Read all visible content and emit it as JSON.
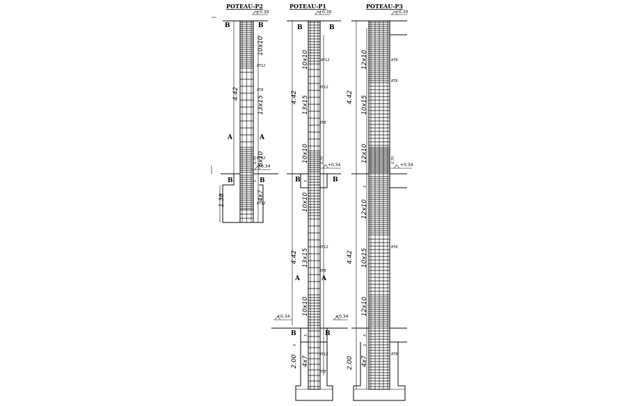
{
  "columns": [
    {
      "title": "POTEAU-P2",
      "level_top": "+0.30",
      "level_mid": "+0.34",
      "section_top": [
        "B",
        "B"
      ],
      "section_mid": [
        "A",
        "A"
      ],
      "section_bot": [
        "B",
        "B"
      ],
      "height_upper": "4.42",
      "height_lower": "1.38",
      "spacings": [
        "10x10",
        "13x15",
        "8x10",
        "10x",
        "4x7"
      ],
      "bars": [
        "8T12",
        "8T8",
        "8T12",
        "8T12"
      ],
      "dims_small": [
        "5",
        "5",
        "5"
      ],
      "mark_small": "0.70"
    },
    {
      "title": "POTEAU-P1",
      "level_top": "+0.30",
      "level_mid": "+0.34",
      "level_low": "+0.34",
      "section_top": [
        "B",
        "B"
      ],
      "section_mid": [
        "A",
        "A"
      ],
      "section_bot": [
        "B",
        "B"
      ],
      "section_bot2": [
        "B",
        "B"
      ],
      "height_upper": "4.42",
      "height_lower": "4.42",
      "height_base": "2.00",
      "spacings": [
        "10x10",
        "13x15",
        "10x10",
        "10x10",
        "13x15",
        "10x10",
        "4x7"
      ],
      "bars": [
        "8T12",
        "8T12",
        "8T8",
        "8T12",
        "8T8",
        "8T12",
        "8T8"
      ],
      "dims_small": [
        "5",
        "5",
        "5",
        "5"
      ],
      "mark_small": "0.70"
    },
    {
      "title": "POTEAU-P3",
      "level_top": "+0.30",
      "level_mid": "+0.34",
      "height_upper": "4.42",
      "height_lower": "4.42",
      "height_base": "2.00",
      "spacings": [
        "12x10",
        "10x15",
        "12x10",
        "12x10",
        "10x15",
        "12x10",
        "4x7"
      ],
      "bars": [
        "8T8",
        "8T8",
        "8T8",
        "8T8"
      ],
      "dims_small": [
        "5",
        "5",
        "5"
      ],
      "mark_small": "0.70"
    }
  ]
}
